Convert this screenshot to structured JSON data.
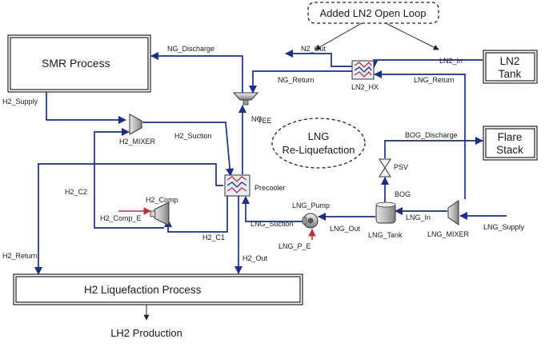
{
  "blocks": {
    "smr": "SMR Process",
    "h2_liq": "H2 Liquefaction Process",
    "ln2_tank_line1": "LN2",
    "ln2_tank_line2": "Tank",
    "flare_line1": "Flare",
    "flare_line2": "Stack"
  },
  "annotations": {
    "open_loop": "Added LN2 Open Loop",
    "reliq_line1": "LNG",
    "reliq_line2": "Re-Liquefaction",
    "lh2_production": "LH2 Production"
  },
  "equipment": {
    "tee": "TEE",
    "h2_mixer": "H2_MIXER",
    "ln2_hx": "LN2_HX",
    "precooler": "Precooler",
    "h2_comp": "H2_Comp",
    "lng_pump": "LNG_Pump",
    "lng_tank": "LNG_Tank",
    "psv": "PSV",
    "lng_mixer": "LNG_MIXER"
  },
  "streams": {
    "ng_discharge": "NG_Discharge",
    "n2_out": "N2_Out",
    "ln2_in": "LN2_In",
    "ng_return": "NG_Return",
    "lng_return": "LNG_Return",
    "ng": "NG",
    "h2_supply": "H2_Supply",
    "h2_suction": "H2_Suction",
    "bog_discharge": "BOG_Discharge",
    "h2_c2": "H2_C2",
    "h2_comp_e": "H2_Comp_E",
    "bog": "BOG",
    "lng_in": "LNG_In",
    "lng_suction": "LNG_Suction",
    "lng_out": "LNG_Out",
    "h2_c1": "H2_C1",
    "lng_supply": "LNG_Supply",
    "lng_p_e": "LNG_P_E",
    "h2_return": "H2_Return",
    "h2_out": "H2_Out"
  },
  "colors": {
    "material_stream": "#1c2f88",
    "energy_stream": "#c0303a",
    "block_border": "#222222"
  }
}
